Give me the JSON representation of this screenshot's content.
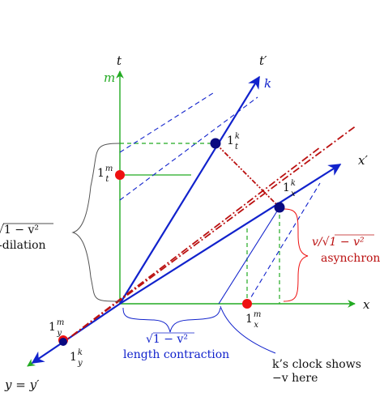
{
  "colors": {
    "green": "#22aa22",
    "blue": "#1122cc",
    "darkred": "#bb1111",
    "red": "#ee1111",
    "navy": "#0a0a80",
    "black": "#111111",
    "gray": "#555555"
  },
  "labels": {
    "t": "t",
    "m": "m",
    "t_prime": "t′",
    "k": "k",
    "x": "x",
    "x_prime": "x′",
    "y_eq": "y = y′",
    "one_t_k": "1",
    "one_t_k_sup": "k",
    "one_t_k_sub": "t",
    "one_t_m": "1",
    "one_t_m_sup": "m",
    "one_t_m_sub": "t",
    "one_x_k": "1",
    "one_x_k_sup": "k",
    "one_x_k_sub": "x",
    "one_x_m": "1",
    "one_x_m_sup": "m",
    "one_x_m_sub": "x",
    "one_y_m": "1",
    "one_y_m_sup": "m",
    "one_y_m_sub": "y",
    "one_y_k": "1",
    "one_y_k_sup": "k",
    "one_y_k_sub": "y",
    "time_dilation_formula": "√1 − v²",
    "time_dilation_text": "-dilation",
    "asynchron_formula": "v/√1 − v²",
    "asynchron_text": "asynchron",
    "length_formula": "√1 − v²",
    "length_text": "length contraction",
    "clock_line1": "k’s clock shows",
    "clock_line2": "−v here"
  }
}
